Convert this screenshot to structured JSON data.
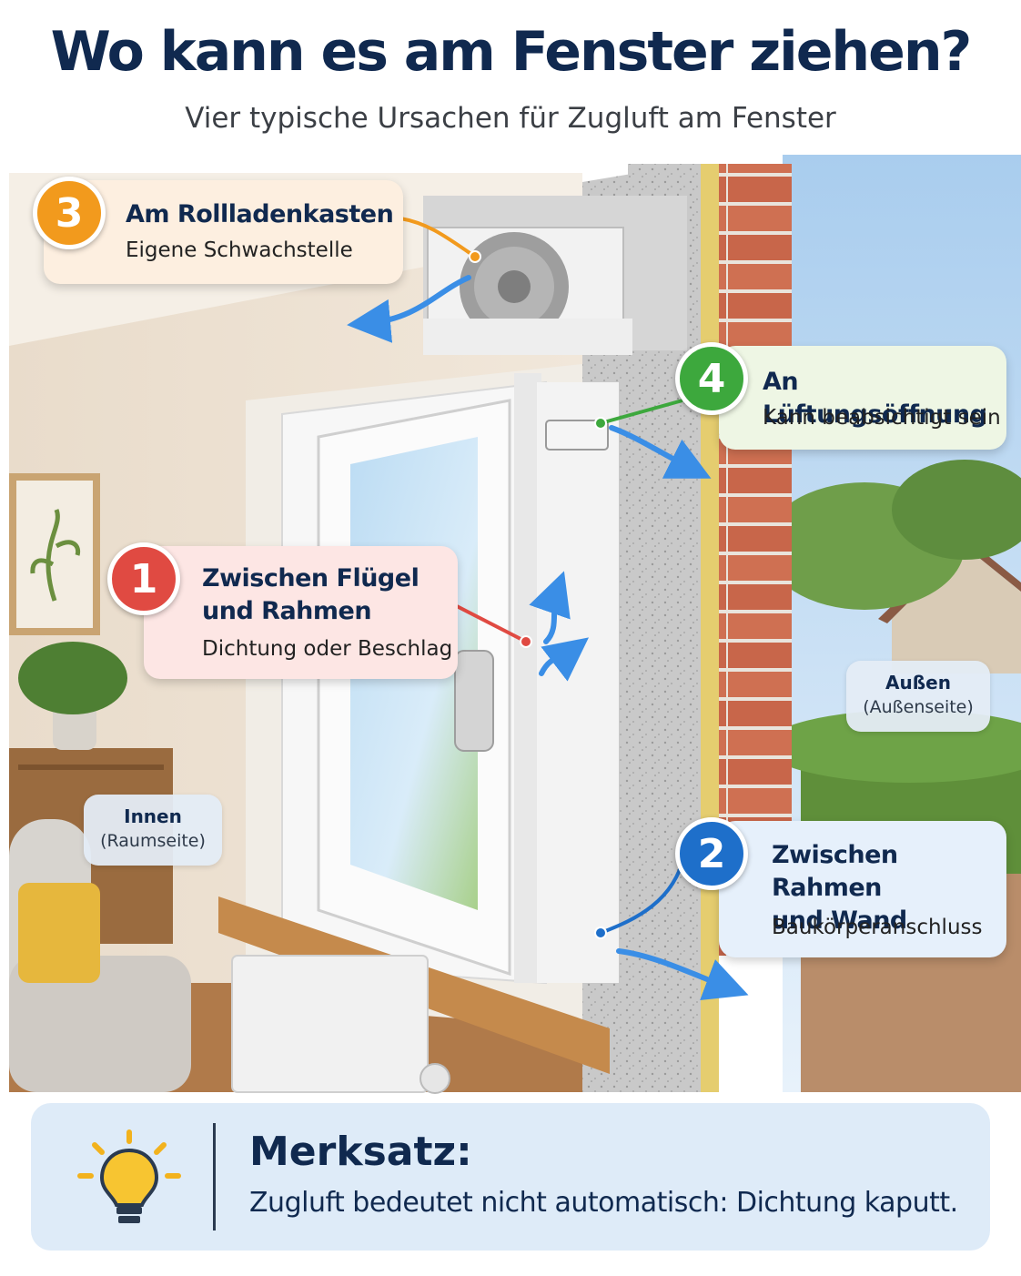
{
  "title": "Wo kann es am Fenster ziehen?",
  "subtitle": "Vier typische Ursachen für Zugluft am Fenster",
  "causes": [
    {
      "number": "1",
      "title": "Zwischen Flügel und Rahmen",
      "title_line1": "Zwischen Flügel",
      "title_line2": "und Rahmen",
      "description": "Dichtung oder Beschlag",
      "color": "#e04a42"
    },
    {
      "number": "2",
      "title": "Zwischen Rahmen und Wand",
      "title_line1": "Zwischen Rahmen",
      "title_line2": "und Wand",
      "description": "Baukörperanschluss",
      "color": "#1e6fca"
    },
    {
      "number": "3",
      "title": "Am Rollladenkasten",
      "description": "Eigene Schwachstelle",
      "color": "#f29a1d"
    },
    {
      "number": "4",
      "title": "An Lüftungsöffnung",
      "description": "Kann beabsichtigt sein",
      "color": "#3da83d"
    }
  ],
  "sides": {
    "inside": {
      "label": "Innen",
      "sublabel": "(Raumseite)"
    },
    "outside": {
      "label": "Außen",
      "sublabel": "(Außenseite)"
    }
  },
  "merksatz": {
    "title": "Merksatz:",
    "text": "Zugluft bedeutet nicht automatisch: Dichtung kaputt.",
    "icon": "lightbulb-icon"
  },
  "colors": {
    "title": "#10294f",
    "airflow": "#3a8ee6",
    "brick": "#c8664a"
  }
}
